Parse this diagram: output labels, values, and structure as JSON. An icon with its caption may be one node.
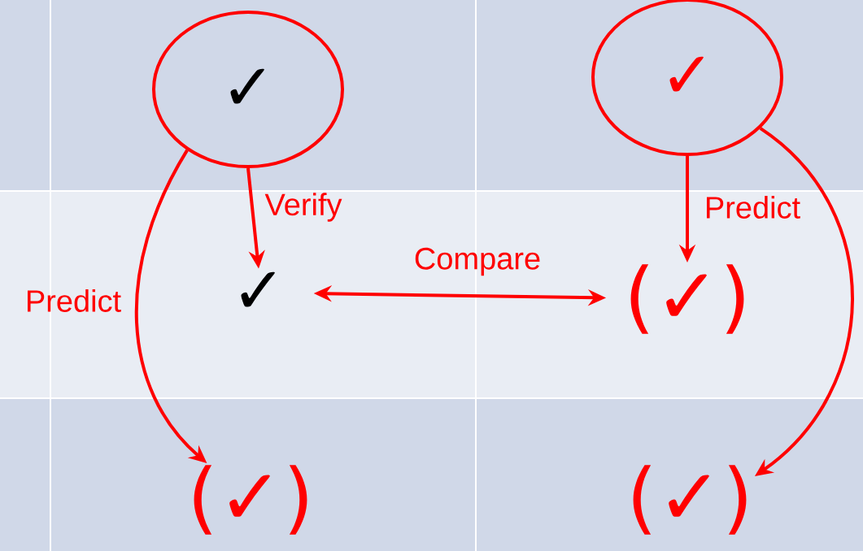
{
  "diagram": {
    "nodes": [
      {
        "text": [
          "✓"
        ]
      },
      {
        "text": [
          "✓"
        ]
      },
      {
        "text": [
          "✓"
        ]
      },
      {
        "text": [
          "(✓)"
        ]
      },
      {
        "text": [
          "(✓)"
        ]
      },
      {
        "text": [
          "(✓)"
        ]
      }
    ],
    "edges": [
      {
        "from": 0,
        "to": 2,
        "arrow": "to",
        "label": "Verify"
      },
      {
        "from": 0,
        "to": 4,
        "arrow": "to",
        "label": "Predict"
      },
      {
        "from": 2,
        "to": 3,
        "arrow": "both",
        "label": "Compare"
      },
      {
        "from": 1,
        "to": 3,
        "arrow": "to",
        "label": "Predict"
      },
      {
        "from": 1,
        "to": 5,
        "arrow": "to"
      }
    ]
  }
}
